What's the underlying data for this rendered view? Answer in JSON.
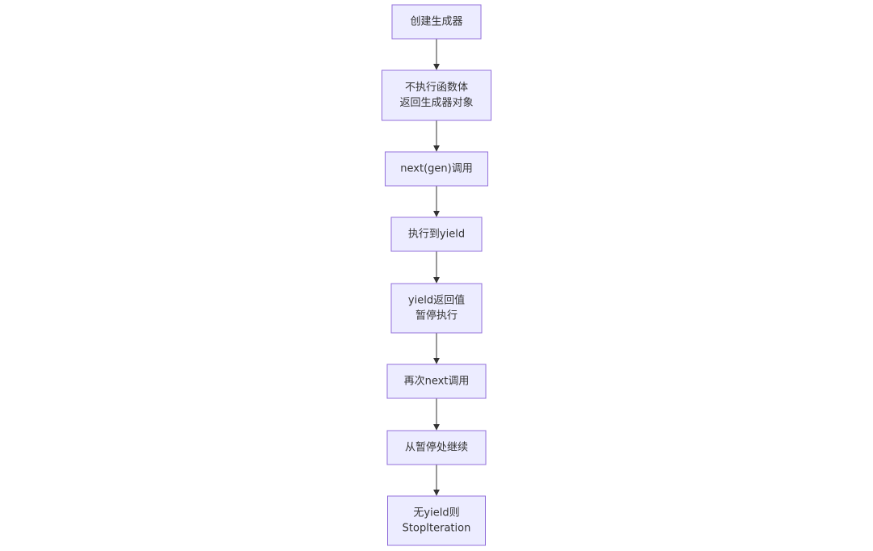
{
  "diagram": {
    "type": "flowchart",
    "direction": "top-to-bottom",
    "colors": {
      "node_fill": "#ECECFF",
      "node_stroke": "#9370DB",
      "edge": "#333333",
      "text": "#333333"
    },
    "nodes": [
      {
        "id": "n1",
        "lines": [
          "创建生成器"
        ]
      },
      {
        "id": "n2",
        "lines": [
          "不执行函数体",
          "返回生成器对象"
        ]
      },
      {
        "id": "n3",
        "lines": [
          "next(gen)调用"
        ]
      },
      {
        "id": "n4",
        "lines": [
          "执行到yield"
        ]
      },
      {
        "id": "n5",
        "lines": [
          "yield返回值",
          "暂停执行"
        ]
      },
      {
        "id": "n6",
        "lines": [
          "再次next调用"
        ]
      },
      {
        "id": "n7",
        "lines": [
          "从暂停处继续"
        ]
      },
      {
        "id": "n8",
        "lines": [
          "无yield则",
          "StopIteration"
        ]
      }
    ],
    "edges": [
      {
        "from": "n1",
        "to": "n2"
      },
      {
        "from": "n2",
        "to": "n3"
      },
      {
        "from": "n3",
        "to": "n4"
      },
      {
        "from": "n4",
        "to": "n5"
      },
      {
        "from": "n5",
        "to": "n6"
      },
      {
        "from": "n6",
        "to": "n7"
      },
      {
        "from": "n7",
        "to": "n8"
      }
    ]
  }
}
